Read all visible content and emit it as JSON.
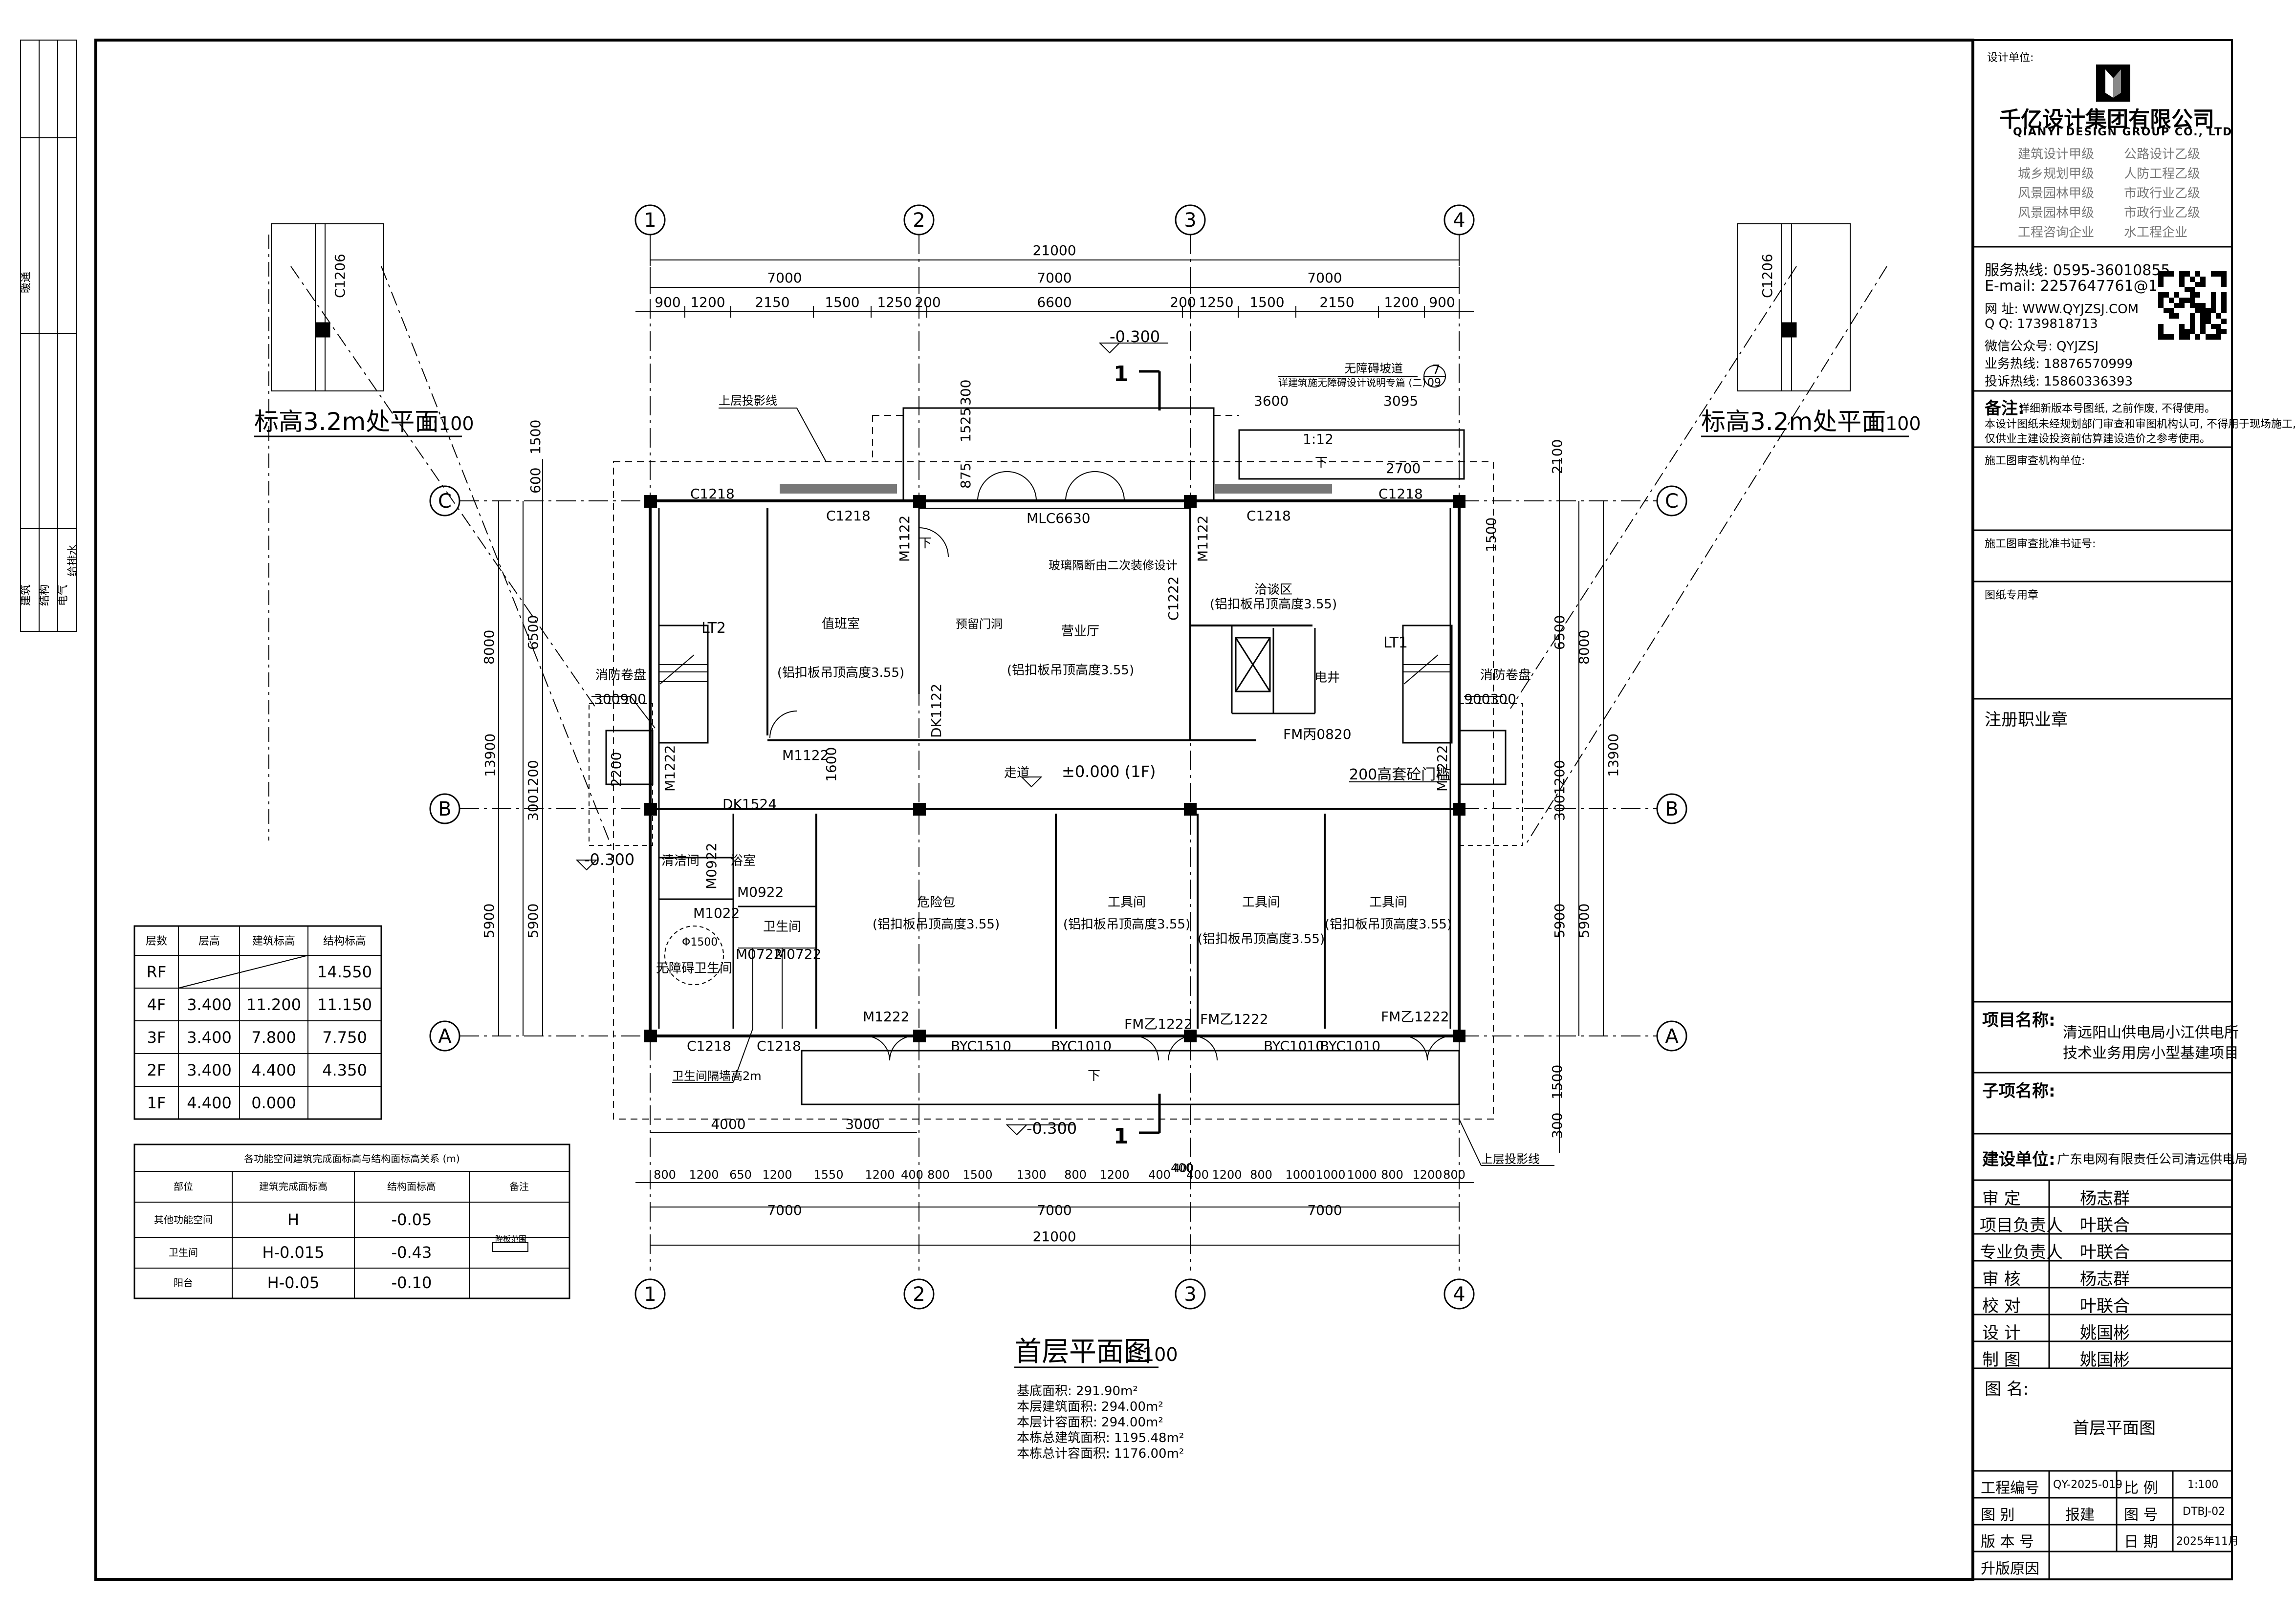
{
  "drawing_title": "首层平面图",
  "drawing_scale": "1:100",
  "side_details": [
    {
      "title": "标高3.2m处平面",
      "scale": "1:100",
      "window": "C1206"
    },
    {
      "title": "标高3.2m处平面",
      "scale": "1:100",
      "window": "C1206"
    }
  ],
  "left_strip": {
    "top": "暖通",
    "labels": [
      "建筑",
      "结构",
      "电气",
      "给排水"
    ]
  },
  "axes": {
    "columns": [
      "1",
      "2",
      "3",
      "4"
    ],
    "rows": [
      "C",
      "B",
      "A"
    ]
  },
  "dims": {
    "top_total": "21000",
    "top_bays": [
      "7000",
      "7000",
      "7000"
    ],
    "top_detail": [
      "900",
      "1200",
      "2150",
      "1500",
      "1250",
      "200",
      "6600",
      "200",
      "1250",
      "1500",
      "2150",
      "1200",
      "900"
    ],
    "bottom_total": "21000",
    "bottom_bays": [
      "7000",
      "7000",
      "7000"
    ],
    "bottom_detail": [
      "800",
      "1200",
      "650",
      "1200",
      "1550",
      "1200",
      "400",
      "800",
      "1500",
      "1300",
      "800",
      "1200",
      "400",
      "400",
      "1200",
      "800",
      "1000",
      "1000",
      "1000",
      "800",
      "1200",
      "800"
    ],
    "bottom_extra": [
      "4000",
      "3000"
    ],
    "left_outer": [
      "8000",
      "13900",
      "5900"
    ],
    "left_inner": [
      "600",
      "1500",
      "6500",
      "3001200",
      "5900"
    ],
    "right_outer": [
      "8000",
      "13900",
      "5900"
    ],
    "right_inner": [
      "2100",
      "1500",
      "6500",
      "3001200",
      "5900"
    ],
    "right_bottom": [
      "300",
      "1500"
    ],
    "canopy": [
      "3600",
      "3095",
      "2700",
      "1525",
      "300",
      "875"
    ],
    "misc": [
      "1600",
      "2200",
      "300900",
      "900300",
      "1:12",
      "400"
    ]
  },
  "elevation_marks": {
    "top": "-0.300",
    "left": "-0.300",
    "bottom": "-0.300",
    "floor": "±0.000 (1F)"
  },
  "section_mark": "1",
  "rooms": {
    "reception": {
      "name": "值班室",
      "ceiling": "(铝扣板吊顶高度3.55)"
    },
    "hall": {
      "name": "营业厅",
      "ceiling": "(铝扣板吊顶高度3.55)"
    },
    "negotiation": {
      "name": "洽谈区",
      "ceiling": "(铝扣板吊顶高度3.55)"
    },
    "corridor": {
      "name": "走道"
    },
    "archive": {
      "name": "危险包",
      "ceiling": "(铝扣板吊顶高度3.55)"
    },
    "tool1": {
      "name": "工具间",
      "ceiling": "(铝扣板吊顶高度3.55)"
    },
    "tool2": {
      "name": "工具间",
      "ceiling": "(铝扣板吊顶高度3.55)"
    },
    "tool3": {
      "name": "工具间",
      "ceiling": "(铝扣板吊顶高度3.55)"
    },
    "cleaning": {
      "name": "清洁间"
    },
    "bath": {
      "name": "浴室"
    },
    "wc": {
      "name": "卫生间"
    },
    "accessible_wc": {
      "name": "无障碍卫生间"
    },
    "electric_shaft": {
      "name": "电井"
    },
    "stair_left": {
      "name": "LT2"
    },
    "stair_right": {
      "name": "LT1"
    },
    "hose_left": {
      "name": "消防卷盘"
    },
    "hose_right": {
      "name": "消防卷盘"
    }
  },
  "annotations": {
    "shadow_line_top": "上层投影线",
    "shadow_line_bottom": "上层投影线",
    "glass_partition": "玻璃隔断由二次装修设计",
    "reserved_opening": "预留门洞",
    "threshold": "200高套砼门槛",
    "wc_partition": "卫生间隔墙高2m",
    "accessible_ramp": "无障碍坡道",
    "ramp_detail": "详建筑施无障碍设计说明专篇 (二)",
    "detail_ref_top": "7",
    "detail_ref_bottom": "09",
    "down": "下",
    "wheel": "Φ1500"
  },
  "openings": {
    "c1218": "C1218",
    "c1222": "C1222",
    "mlc6630": "MLC6630",
    "m1122": "M1122",
    "dk1122": "DK1122",
    "dk1524": "DK1524",
    "fm0820": "FM丙0820",
    "m0922": "M0922",
    "m1022": "M1022",
    "m0722": "M0722",
    "m1222": "M1222",
    "fm1222": "FM乙1222",
    "byc1510": "BYC1510",
    "byc1010": "BYC1010"
  },
  "floor_table": {
    "headers": [
      "层数",
      "层高",
      "建筑标高",
      "结构标高"
    ],
    "rows": [
      [
        "RF",
        "",
        "",
        "14.550"
      ],
      [
        "4F",
        "3.400",
        "11.200",
        "11.150"
      ],
      [
        "3F",
        "3.400",
        "7.800",
        "7.750"
      ],
      [
        "2F",
        "3.400",
        "4.400",
        "4.350"
      ],
      [
        "1F",
        "4.400",
        "0.000",
        ""
      ]
    ]
  },
  "finish_table": {
    "title": "各功能空间建筑完成面标高与结构面标高关系 (m)",
    "headers": [
      "部位",
      "建筑完成面标高",
      "结构面标高",
      "备注"
    ],
    "rows": [
      [
        "其他功能空间",
        "H",
        "-0.05",
        ""
      ],
      [
        "卫生间",
        "H-0.015",
        "-0.43",
        "降板范围"
      ],
      [
        "阳台",
        "H-0.05",
        "-0.10",
        ""
      ]
    ]
  },
  "area_stats": [
    "基底面积: 291.90m²",
    "本层建筑面积: 294.00m²",
    "本层计容面积: 294.00m²",
    "本栋总建筑面积: 1195.48m²",
    "本栋总计容面积: 1176.00m²"
  ],
  "title_block": {
    "designer_label": "设计单位:",
    "company": "千亿设计集团有限公司",
    "company_en": "QIANYI DESIGN GROUP CO., LTD",
    "qualifications": [
      [
        "建筑设计甲级",
        "公路设计乙级"
      ],
      [
        "城乡规划甲级",
        "人防工程乙级"
      ],
      [
        "风景园林甲级",
        "市政行业乙级"
      ],
      [
        "风景园林甲级",
        "市政行业乙级"
      ],
      [
        "工程咨询企业",
        "水工程企业"
      ]
    ],
    "contacts": [
      "服务热线: 0595-36010855",
      "E-mail: 2257647761@163.com",
      "网 址: WWW.QYJZSJ.COM",
      "Q Q: 1739818713",
      "微信公众号: QYJZSJ",
      "业务热线: 18876570999",
      "投诉热线: 15860336393"
    ],
    "notes_title": "备注:",
    "notes": [
      "详细新版本号图纸, 之前作废, 不得使用。",
      "本设计图纸未经规划部门审查和审图机构认可, 不得用于现场施工,",
      "仅供业主建设投资前估算建设造价之参考使用。"
    ],
    "construction_drawing_stamp": "施工图审查机构单位:",
    "review_stamp": "施工图审查批准书证号:",
    "drawing_stamp": "图纸专用章",
    "registered_stamp": "注册职业章",
    "project_name_label": "项目名称:",
    "project_name": [
      "清远阳山供电局小江供电所",
      "技术业务用房小型基建项目"
    ],
    "sub_item_label": "子项名称:",
    "client_label": "建设单位:",
    "client": "广东电网有限责任公司清远供电局",
    "signatures": [
      [
        "审  定",
        "杨志群"
      ],
      [
        "项目负责人",
        "叶联合"
      ],
      [
        "专业负责人",
        "叶联合"
      ],
      [
        "审  核",
        "杨志群"
      ],
      [
        "校  对",
        "叶联合"
      ],
      [
        "设  计",
        "姚国彬"
      ],
      [
        "制  图",
        "姚国彬"
      ]
    ],
    "drawing_name_label": "图  名:",
    "drawing_name": "首层平面图",
    "info": [
      [
        "工程编号",
        "QY-2025-019",
        "比  例",
        "1:100"
      ],
      [
        "图  别",
        "报建",
        "图  号",
        "DTBJ-02"
      ],
      [
        "版 本 号",
        "",
        "日  期",
        "2025年11月"
      ],
      [
        "升版原因",
        "",
        "",
        ""
      ]
    ]
  },
  "colors": {
    "ink": "#000000",
    "gray": "#777777",
    "hatch": "#555555"
  }
}
